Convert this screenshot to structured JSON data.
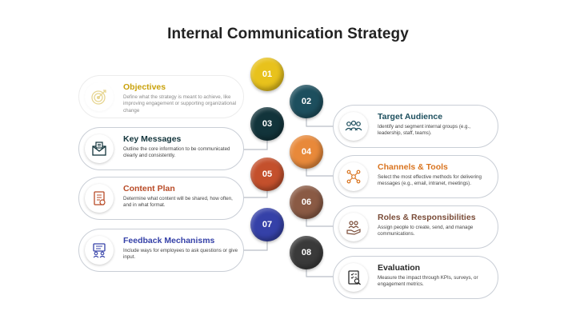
{
  "title": "Internal Communication Strategy",
  "steps": [
    {
      "num": "01",
      "color": "#e8c21c",
      "title": "Objectives",
      "title_color": "#c9a10a",
      "icon": "target-icon",
      "desc": "Define what the strategy is meant to achieve, like improving engagement or supporting organizational change"
    },
    {
      "num": "02",
      "color": "#1d4f5e",
      "title": "Target Audience",
      "title_color": "#1d4f5e",
      "icon": "people-group-icon",
      "desc": "Identify and segment internal groups (e.g., leadership, staff, teams)."
    },
    {
      "num": "03",
      "color": "#12343b",
      "title": "Key Messages",
      "title_color": "#12343b",
      "icon": "envelope-icon",
      "desc": "Outline the core information to be communicated clearly and consistently."
    },
    {
      "num": "04",
      "color": "#e8893a",
      "title": "Channels & Tools",
      "title_color": "#d9741f",
      "icon": "network-icon",
      "desc": "Select the most effective methods for delivering messages (e.g., email, intranet, meetings)."
    },
    {
      "num": "05",
      "color": "#c4502c",
      "title": "Content Plan",
      "title_color": "#b84a26",
      "icon": "document-plan-icon",
      "desc": "Determine what content will be shared, how often, and in what format."
    },
    {
      "num": "06",
      "color": "#8a5a44",
      "title": "Roles & Responsibilities",
      "title_color": "#7a4c38",
      "icon": "roles-hand-icon",
      "desc": "Assign people to create, send, and manage communications."
    },
    {
      "num": "07",
      "color": "#3541a8",
      "title": "Feedback Mechanisms",
      "title_color": "#3541a8",
      "icon": "feedback-board-icon",
      "desc": "Include ways for employees to ask questions or give input."
    },
    {
      "num": "08",
      "color": "#3a3a3a",
      "title": "Evaluation",
      "title_color": "#2a2a2a",
      "icon": "evaluation-report-icon",
      "desc": "Measure the impact through KPIs, surveys, or engagement metrics."
    }
  ]
}
